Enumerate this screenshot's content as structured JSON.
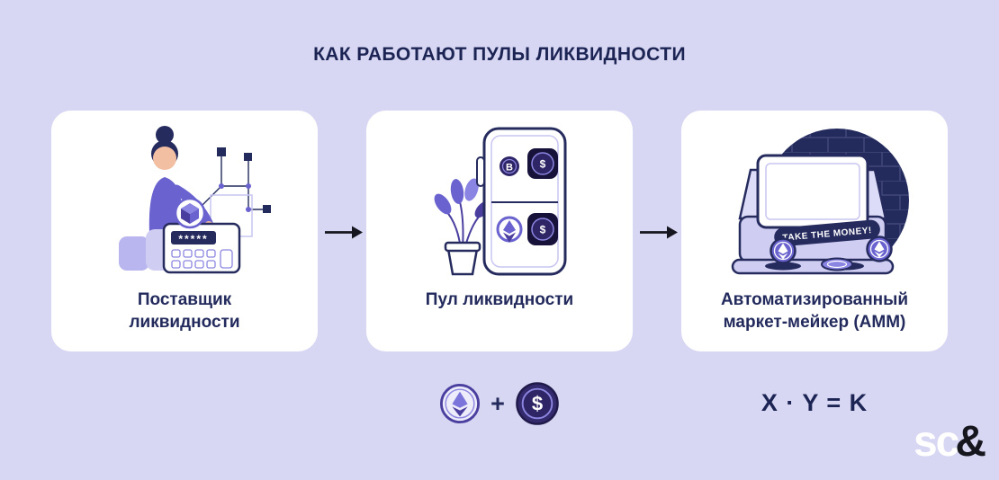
{
  "title": "КАК РАБОТАЮТ ПУЛЫ ЛИКВИДНОСТИ",
  "cards": [
    {
      "id": "liquidity-provider",
      "label": "Поставщик\nликвидности"
    },
    {
      "id": "liquidity-pool",
      "label": "Пул ликвидности"
    },
    {
      "id": "amm",
      "label": "Автоматизированный\nмаркет-мейкер (АММ)"
    }
  ],
  "provider_illustration": {
    "passcode_display": "*****"
  },
  "pool_illustration": {
    "coin_bitcoin": "B",
    "coin_dollar_top": "$",
    "coin_dollar_bottom": "$"
  },
  "amm_illustration": {
    "banner": "TAKE THE MONEY!"
  },
  "token_pair": {
    "plus": "+",
    "dollar": "$"
  },
  "formula": "X · Y = K",
  "logo": {
    "sc": "sc",
    "ampersand": "&"
  },
  "icons": {
    "arrow": "arrow-right-icon",
    "eth": "ethereum-icon",
    "cube": "blockchain-cube-icon"
  },
  "colors": {
    "background": "#d7d6f3",
    "card": "#ffffff",
    "heading": "#1c2453",
    "text": "#232a5c",
    "purple": "#6a63cf",
    "purple_light": "#8a84e2",
    "purple_dark": "#4a3f9f",
    "coin_dark": "#2e2566",
    "arrow": "#15151f",
    "logo_sc": "#ffffff",
    "logo_amp": "#16161e"
  }
}
